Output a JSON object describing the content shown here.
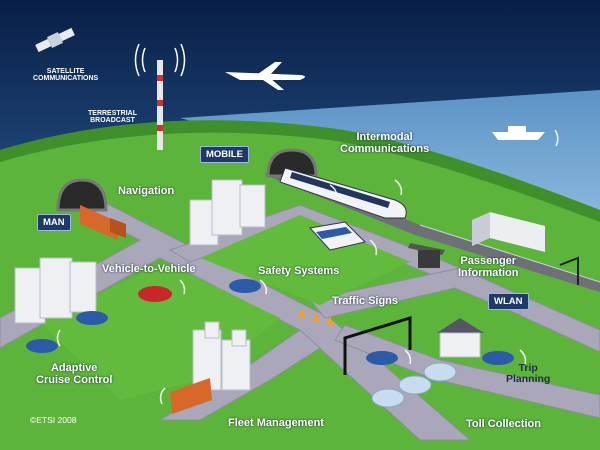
{
  "labels": {
    "satellite": "SATELLITE\nCOMMUNICATIONS",
    "terrestrial": "TERRESTRIAL\nBROADCAST",
    "mobile": "MOBILE",
    "intermodal": "Intermodal\nCommunications",
    "navigation": "Navigation",
    "man": "MAN",
    "vehicle_to_vehicle": "Vehicle-to-Vehicle",
    "safety_systems": "Safety Systems",
    "passenger_information": "Passenger\nInformation",
    "traffic_signs": "Traffic Signs",
    "wlan": "WLAN",
    "adaptive_cruise_control": "Adaptive\nCruise Control",
    "trip_planning": "Trip\nPlanning",
    "fleet_management": "Fleet Management",
    "toll_collection": "Toll Collection",
    "copyright": "©ETSI 2008"
  },
  "colors": {
    "sky_top": "#0a2550",
    "sky_bottom": "#3f7fc0",
    "sea": "#6aa2cf",
    "grass": "#5fb83a",
    "grass_dark": "#3f8f2a",
    "road": "#a9a7b9",
    "car_blue": "#2c5aa8",
    "car_red": "#c8262b",
    "truck_orange": "#d8672a",
    "building": "#e8e9ee"
  },
  "icons": [
    "satellite-icon",
    "antenna-icon",
    "airplane-icon",
    "ship-icon",
    "train-icon",
    "tunnel-icon",
    "truck-icon",
    "car-icon",
    "bus-icon",
    "building-icon",
    "gantry-icon",
    "house-icon",
    "bus-stop-icon",
    "traffic-cone-icon",
    "toll-booth-icon"
  ]
}
